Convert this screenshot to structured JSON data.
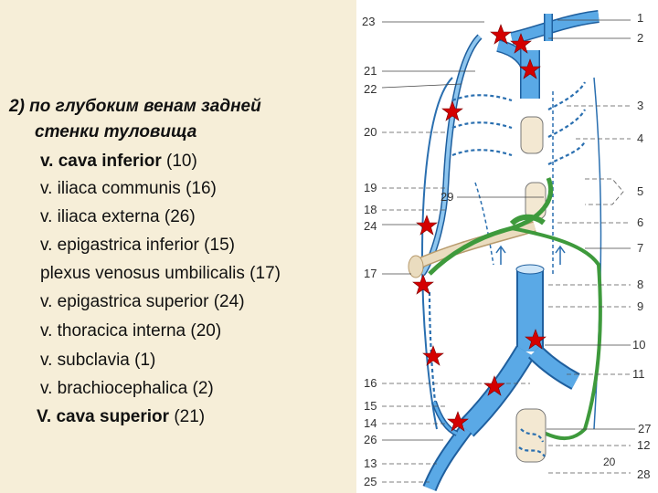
{
  "text": {
    "heading_1": "2) по глубоким венам задней",
    "heading_2": "стенки туловища",
    "items": [
      {
        "name": "v. cava inferior",
        "num": " (10)",
        "bold": true
      },
      {
        "name": "v. iliaca communis",
        "num": " (16)",
        "bold": false
      },
      {
        "name": "v. iliaca externa",
        "num": " (26)",
        "bold": false
      },
      {
        "name": "v. epigastrica inferior",
        "num": " (15)",
        "bold": false
      },
      {
        "name": "plexus venosus umbilicalis",
        "num": " (17)",
        "bold": false
      },
      {
        "name": "v. epigastrica superior",
        "num": " (24)",
        "bold": false
      },
      {
        "name": "v. thoracica interna",
        "num": " (20)",
        "bold": false
      },
      {
        "name": "v. subclavia",
        "num": " (1)",
        "bold": false
      },
      {
        "name": "v. brachiocephalica",
        "num": " (2)",
        "bold": false
      },
      {
        "name": "V. cava superior",
        "num": " (21)",
        "bold": true
      }
    ]
  },
  "diagram": {
    "labels": [
      "23",
      "1",
      "2",
      "21",
      "22",
      "3",
      "20",
      "4",
      "19",
      "29",
      "5",
      "18",
      "24",
      "6",
      "7",
      "17",
      "8",
      "9",
      "10",
      "11",
      "16",
      "15",
      "14",
      "27",
      "26",
      "12",
      "13",
      "25",
      "28"
    ],
    "page_number": "20",
    "colors": {
      "vein_blue": "#5aa9e6",
      "vein_outline": "#1f5f9e",
      "anastomosis_green": "#3e9a3c",
      "marker_red": "#d40000",
      "panel_bg": "#f6eed8"
    }
  }
}
